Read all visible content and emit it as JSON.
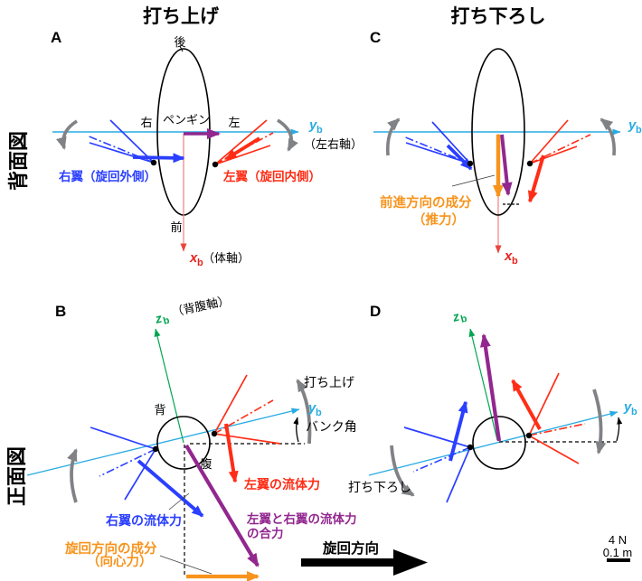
{
  "figure": {
    "title_upstroke": "打ち上げ",
    "title_downstroke": "打ち下ろし",
    "view_back": "背面図",
    "view_front": "正面図"
  },
  "axes": {
    "y": "y",
    "x": "x",
    "z": "z",
    "sub": "b",
    "y_note": "（左右軸）",
    "x_note": "（体軸）",
    "z_note": "（背腹軸）"
  },
  "panel_a": {
    "letter": "A",
    "rear": "後",
    "front": "前",
    "right_side": "右",
    "left_side": "左",
    "penguin": "ペンギン",
    "right_wing": "右翼（旋回外側）",
    "left_wing": "左翼（旋回内側）"
  },
  "panel_b": {
    "letter": "B",
    "dorsal": "背",
    "ventral": "腹",
    "upstroke": "打ち上げ",
    "bank_angle": "バンク角",
    "left_wing_force": "左翼の流体力",
    "right_wing_force": "右翼の流体力",
    "resultant_line1": "左翼と右翼の流体力",
    "resultant_line2": "の合力",
    "centripetal_line1": "旋回方向の成分",
    "centripetal_line2": "（向心力）"
  },
  "panel_c": {
    "letter": "C",
    "thrust_line1": "前進方向の成分",
    "thrust_line2": "（推力）"
  },
  "panel_d": {
    "letter": "D",
    "downstroke": "打ち下ろし"
  },
  "footer": {
    "turn_direction": "旋回方向",
    "force_scale": "4 N",
    "length_scale": "0.1 m"
  },
  "colors": {
    "axis_lightblue": "#29ABE2",
    "wing_blue": "#2A3FFF",
    "wing_red": "#FF2D16",
    "resultant_purple": "#92278F",
    "component_orange": "#F7941D",
    "axis_green": "#00A651",
    "body_axis_red": "#F08080",
    "x_label_red": "#E8231E",
    "rotation_gray": "#808285",
    "text_black": "#000000"
  }
}
